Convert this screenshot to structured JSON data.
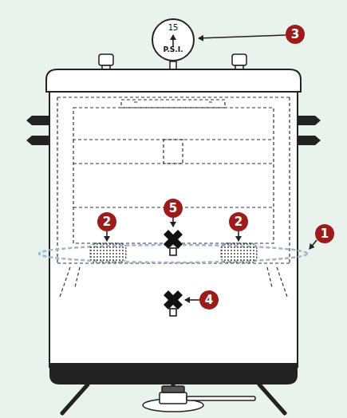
{
  "diagram": {
    "nodes": [
      {
        "text": [
          "15",
          "P.S.I."
        ]
      }
    ],
    "labels": [
      "3",
      "5",
      "2",
      "2",
      "1",
      "4"
    ]
  }
}
